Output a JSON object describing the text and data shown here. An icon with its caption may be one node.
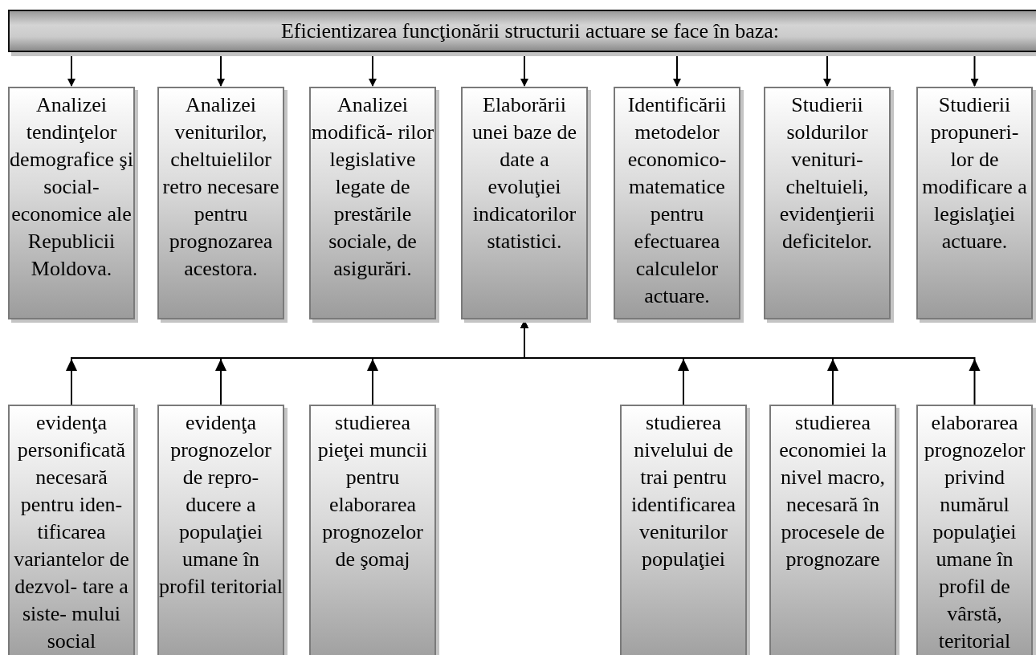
{
  "diagram": {
    "nodes": [
      {
        "text": [
          "Eficientizarea funcţionării structurii actuare se face în baza:"
        ]
      },
      {
        "text": [
          "Analizei tendinţelor demografice şi social- economice ale Republicii Moldova."
        ]
      },
      {
        "text": [
          "Analizei veniturilor, cheltuielilor retro necesare pentru prognozarea acestora."
        ]
      },
      {
        "text": [
          "Analizei modifică- rilor legislative legate de prestările sociale, de asigurări."
        ]
      },
      {
        "text": [
          "Elaborării unei baze de date a evoluţiei indicatorilor statistici."
        ]
      },
      {
        "text": [
          "Identificării metodelor economico- matematice pentru efectuarea calculelor actuare."
        ]
      },
      {
        "text": [
          "Studierii soldurilor venituri- cheltuieli, evidenţierii deficitelor."
        ]
      },
      {
        "text": [
          "Studierii propuneri- lor de modificare a legislaţiei actuare."
        ]
      },
      {
        "text": [
          "evidenţa personificată necesară pentru iden- tificarea variantelor de dezvol- tare a siste- mului social"
        ]
      },
      {
        "text": [
          "evidenţa prognozelor de repro- ducere a populaţiei umane în profil teritorial"
        ]
      },
      {
        "text": [
          "studierea pieţei muncii pentru elaborarea prognozelor de şomaj"
        ]
      },
      {
        "text": [
          "studierea nivelului de trai pentru identificarea veniturilor populaţiei"
        ]
      },
      {
        "text": [
          "studierea economiei la nivel macro, necesară în procesele de prognozare"
        ]
      },
      {
        "text": [
          "elaborarea prognozelor privind numărul populaţiei umane în profil de vârstă, teritorial"
        ]
      }
    ],
    "edges": [
      {
        "from": 0,
        "to": 1,
        "arrow": "to"
      },
      {
        "from": 0,
        "to": 2,
        "arrow": "to"
      },
      {
        "from": 0,
        "to": 3,
        "arrow": "to"
      },
      {
        "from": 0,
        "to": 4,
        "arrow": "to"
      },
      {
        "from": 0,
        "to": 5,
        "arrow": "to"
      },
      {
        "from": 0,
        "to": 6,
        "arrow": "to"
      },
      {
        "from": 0,
        "to": 7,
        "arrow": "to"
      },
      {
        "from": 8,
        "to": 4,
        "arrow": "to"
      },
      {
        "from": 9,
        "to": 4,
        "arrow": "to"
      },
      {
        "from": 10,
        "to": 4,
        "arrow": "to"
      },
      {
        "from": 11,
        "to": 4,
        "arrow": "to"
      },
      {
        "from": 12,
        "to": 4,
        "arrow": "to"
      },
      {
        "from": 13,
        "to": 4,
        "arrow": "to"
      }
    ]
  }
}
